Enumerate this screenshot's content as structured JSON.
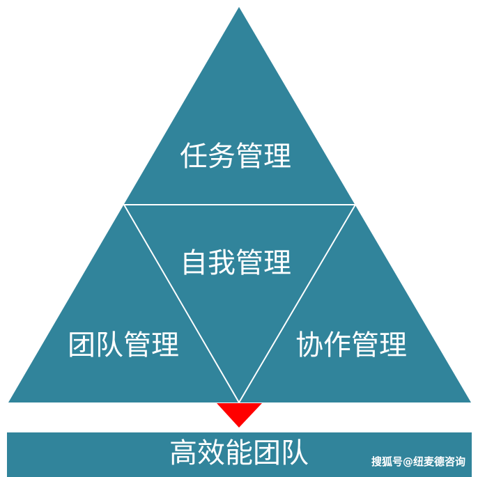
{
  "diagram": {
    "top": "任务管理",
    "center": "自我管理",
    "left": "团队管理",
    "right": "协作管理",
    "base": "高效能团队"
  },
  "watermark": "搜狐号@纽麦德咨询",
  "colors": {
    "teal": "#31849b",
    "divider": "#ffffff",
    "arrow": "#ff0000",
    "text": "#ffffff"
  }
}
